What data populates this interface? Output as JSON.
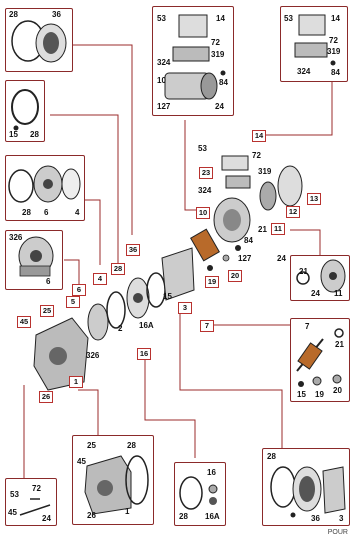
{
  "boxes": {
    "box_top_left": {
      "labels": [
        "28",
        "36"
      ]
    },
    "box_oring": {
      "labels": [
        "15",
        "28"
      ]
    },
    "box_impeller": {
      "labels": [
        "28",
        "6",
        "4"
      ]
    },
    "box_diffuser": {
      "labels": [
        "326",
        "6"
      ]
    },
    "box_motor_tl": {
      "labels": [
        "53",
        "14",
        "72",
        "319",
        "324",
        "84",
        "10",
        "127",
        "24"
      ]
    },
    "box_motor_tr": {
      "labels": [
        "53",
        "14",
        "72",
        "319",
        "324",
        "84"
      ]
    },
    "box_fan": {
      "labels": [
        "21",
        "24",
        "11"
      ]
    },
    "box_shaft": {
      "labels": [
        "7",
        "21",
        "15",
        "19",
        "20"
      ]
    },
    "box_pump_body": {
      "labels": [
        "25",
        "45",
        "26",
        "28",
        "1"
      ]
    },
    "box_seal": {
      "labels": [
        "16",
        "28",
        "16A"
      ]
    },
    "box_back": {
      "labels": [
        "28",
        "36",
        "3"
      ]
    },
    "box_tools": {
      "labels": [
        "53",
        "72",
        "45",
        "24"
      ]
    }
  },
  "tags": {
    "t1": "1",
    "t3": "3",
    "t4": "4",
    "t5": "5",
    "t6": "6",
    "t7": "7",
    "t10": "10",
    "t11": "11",
    "t12": "12",
    "t13": "13",
    "t14": "14",
    "t16": "16",
    "t19": "19",
    "t20": "20",
    "t23": "23",
    "t25": "25",
    "t26": "26",
    "t28": "28",
    "t36": "36",
    "t45": "45"
  },
  "main_labels": {
    "m53": "53",
    "m72": "72",
    "m319": "319",
    "m324": "324",
    "m84": "84",
    "m21": "21",
    "m127": "127",
    "m24": "24",
    "m15": "15",
    "m16A": "16A",
    "m326": "326",
    "m2": "2"
  },
  "footer": "POUR"
}
